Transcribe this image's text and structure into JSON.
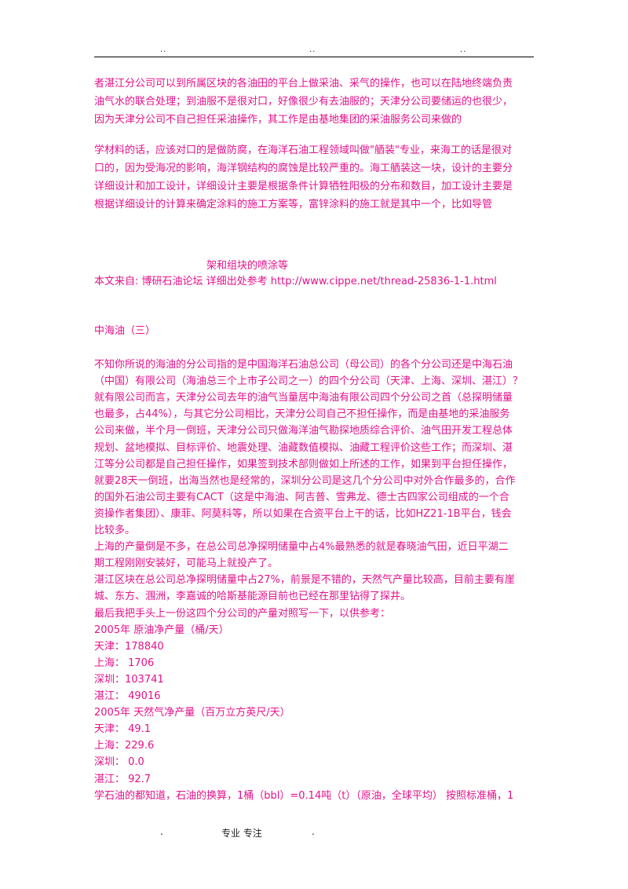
{
  "header": {
    "marks": [
      "..",
      "..",
      ".."
    ]
  },
  "block1": [
    "者湛江分公司可以到所属区块的各油田的平台上做采油、采气的操作，也可以在陆地终端负责",
    "油气水的联合处理；到油服不是很对口，好像很少有去油服的；天津分公司要储运的也很少，",
    "因为天津分公司不自己担任采油操作，其工作是由基地集团的采油服务公司来做的"
  ],
  "block2": [
    "学材料的话，应该对口的是做防腐，在海洋石油工程领域叫做\"舾装\"专业，来海工的话是很对",
    "口的，因为受海况的影响，海洋钢结构的腐蚀是比较严重的。海工舾装这一块，设计的主要分",
    "详细设计和加工设计，详细设计主要是根据条件计算牺牲阳极的分布和数目，加工设计主要是",
    "根据详细设计的计算来确定涂料的施工方案等，富锌涂料的施工就是其中一个，比如导管"
  ],
  "block3": {
    "indent_line": "架和组块的喷涂等",
    "source_line": "本文来自: 博研石油论坛 详细出处参考 http://www.cippe.net/thread-25836-1-1.html"
  },
  "section_title": "中海油（三）",
  "body": [
    "不知你所说的海油的分公司指的是中国海洋石油总公司（母公司）的各个分公司还是中海石油",
    "（中国）有限公司（海油总三个上市子公司之一）的四个分公司（天津、上海、深圳、湛江）？",
    "就有限公司而言，天津分公司去年的油气当量居中海油有限公司四个分公司之首（总探明储量",
    "也最多，占44%），与其它分公司相比，天津分公司自己不担任操作，而是由基地的采油服务",
    "公司来做，半个月一倒班，天津分公司只做海洋油气勘探地质综合评价、油气田开发工程总体",
    "规划、盆地模拟、目标评价、地震处理、油藏数值模拟、油藏工程评价这些工作；而深圳、湛",
    "江等分公司都是自己担任操作，如果签到技术部则做如上所述的工作，如果到平台担任操作，",
    "就要28天一倒班，出海当然也是经常的，深圳分公司是这几个分公司中对外合作最多的，合作",
    "的国外石油公司主要有CACT（这是中海油、阿吉普、雪弗龙、德士古四家公司组成的一个合",
    "资操作者集团）、康菲、阿莫科等，所以如果在合资平台上干的话，比如HZ21-1B平台，钱会",
    "比较多。",
    "上海的产量倒是不多，在总公司总净探明储量中占4%最熟悉的就是春晓油气田，近日平湖二",
    "期工程刚刚安装好，可能马上就投产了。",
    "湛江区块在总公司总净探明储量中占27%，前景是不错的，天然气产量比较高，目前主要有崖",
    "城、东方、涠洲，李嘉诚的哈斯基能源目前也已经在那里钻得了探井。",
    "最后我把手头上一份这四个分公司的产量对照写一下，以供参考：",
    "2005年 原油净产量（桶/天）",
    "天津：178840",
    "上海：   1706",
    "深圳：103741",
    "湛江： 49016",
    "2005年 天然气净产量（百万立方英尺/天）",
    "天津： 49.1",
    "上海：229.6",
    "深圳：   0.0",
    "湛江： 92.7",
    "学石油的都知道，石油的换算，1桶（bbl）=0.14吨（t）（原油，全球平均） 按照标准桶，1"
  ],
  "footer": {
    "left_mark": ".",
    "text": "专业  专注",
    "right_mark": "."
  },
  "colors": {
    "text": "#e4128c",
    "rule": "#000000"
  }
}
